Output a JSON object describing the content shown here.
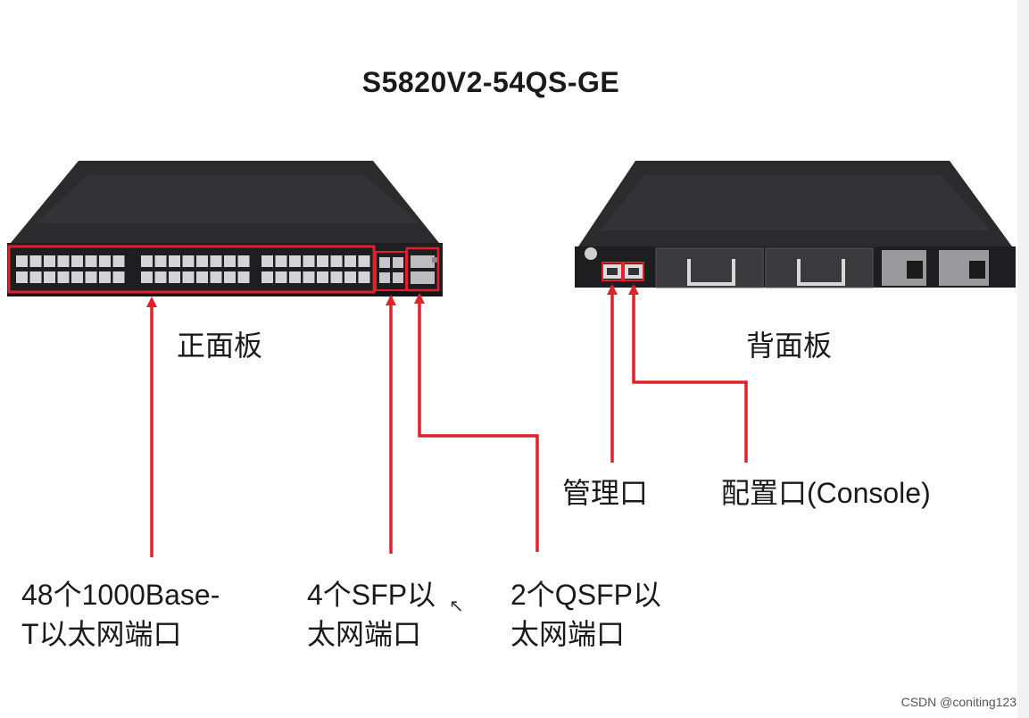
{
  "title": "S5820V2-54QS-GE",
  "front_panel_label": "正面板",
  "back_panel_label": "背面板",
  "callouts": {
    "ports_48": [
      "48个1000Base-",
      "T以太网端口"
    ],
    "sfp_4": [
      "4个SFP以",
      "太网端口"
    ],
    "qsfp_2": [
      "2个QSFP以",
      "太网端口"
    ],
    "mgmt": "管理口",
    "console": "配置口(Console)"
  },
  "watermark": "CSDN @coniting123",
  "colors": {
    "highlight": "#e0202a",
    "chassis": "#2b2b2e",
    "text": "#1a1a1a"
  }
}
